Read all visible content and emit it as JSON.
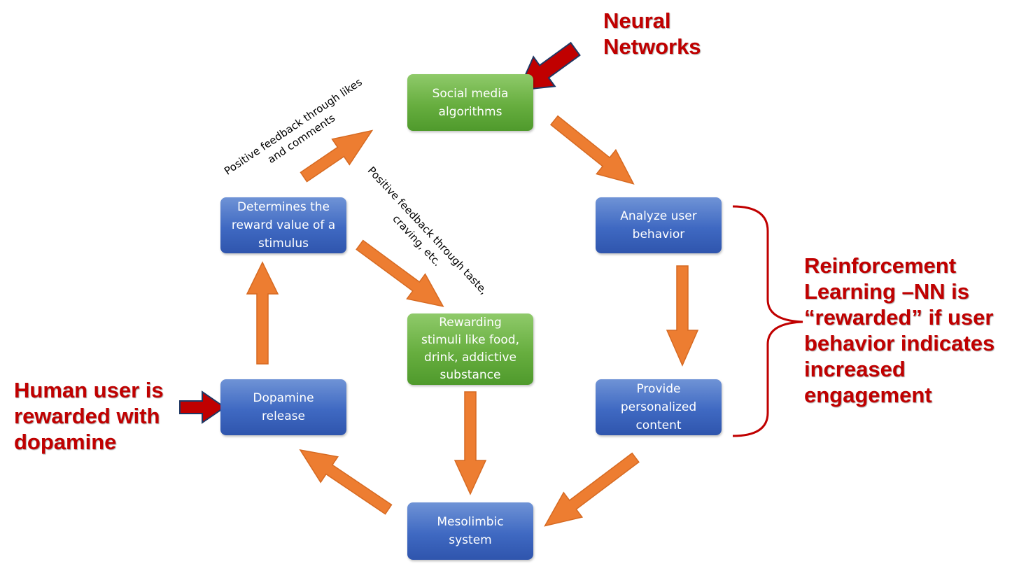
{
  "nodes": {
    "social_media": [
      "Social media",
      "algorithms"
    ],
    "analyze": [
      "Analyze user",
      "behavior"
    ],
    "provide": [
      "Provide",
      "personalized",
      "content"
    ],
    "mesolimbic": [
      "Mesolimbic",
      "system"
    ],
    "dopamine": [
      "Dopamine",
      "release"
    ],
    "determines": [
      "Determines the",
      "reward value of a",
      "stimulus"
    ],
    "rewarding": [
      "Rewarding",
      "stimuli like food,",
      "drink, addictive",
      "substance"
    ]
  },
  "edge_labels": {
    "likes": [
      "Positive feedback through likes",
      "and comments"
    ],
    "taste": [
      "Positive feedback through taste,",
      "craving, etc."
    ]
  },
  "callouts": {
    "neural": [
      "Neural",
      "Networks"
    ],
    "reinforcement": [
      "Reinforcement",
      "Learning –NN is",
      "“rewarded” if user",
      "behavior indicates",
      "increased",
      "engagement"
    ],
    "human": [
      "Human user is",
      "rewarded with",
      "dopamine"
    ]
  },
  "colors": {
    "node_blue": "#4472c4",
    "node_green": "#70ad47",
    "arrow_orange": "#ed7d31",
    "callout_red": "#c00000"
  }
}
